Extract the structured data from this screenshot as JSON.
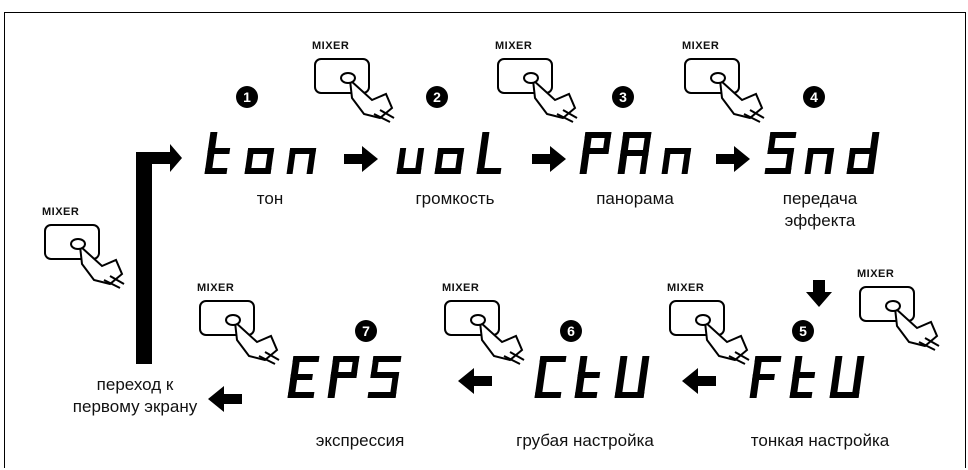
{
  "button_label": "MIXER",
  "steps": [
    {
      "n": "1",
      "code": "ton",
      "caption": "тон"
    },
    {
      "n": "2",
      "code": "voL",
      "caption": "громкость"
    },
    {
      "n": "3",
      "code": "PAn",
      "caption": "панорама"
    },
    {
      "n": "4",
      "code": "Snd",
      "caption": "передача эффекта"
    },
    {
      "n": "5",
      "code": "FtU",
      "caption": "тонкая настройка"
    },
    {
      "n": "6",
      "code": "CtU",
      "caption": "грубая настройка"
    },
    {
      "n": "7",
      "code": "EPS",
      "caption": "экспрессия"
    }
  ],
  "captions": {
    "c1": "тон",
    "c2": "громкость",
    "c3": "панорама",
    "c4a": "передача",
    "c4b": "эффекта",
    "c5": "тонкая настройка",
    "c6": "грубая настройка",
    "c7": "экспрессия",
    "ret_a": "переход к",
    "ret_b": "первому экрану"
  },
  "numbers": {
    "n1": "1",
    "n2": "2",
    "n3": "3",
    "n4": "4",
    "n5": "5",
    "n6": "6",
    "n7": "7"
  }
}
